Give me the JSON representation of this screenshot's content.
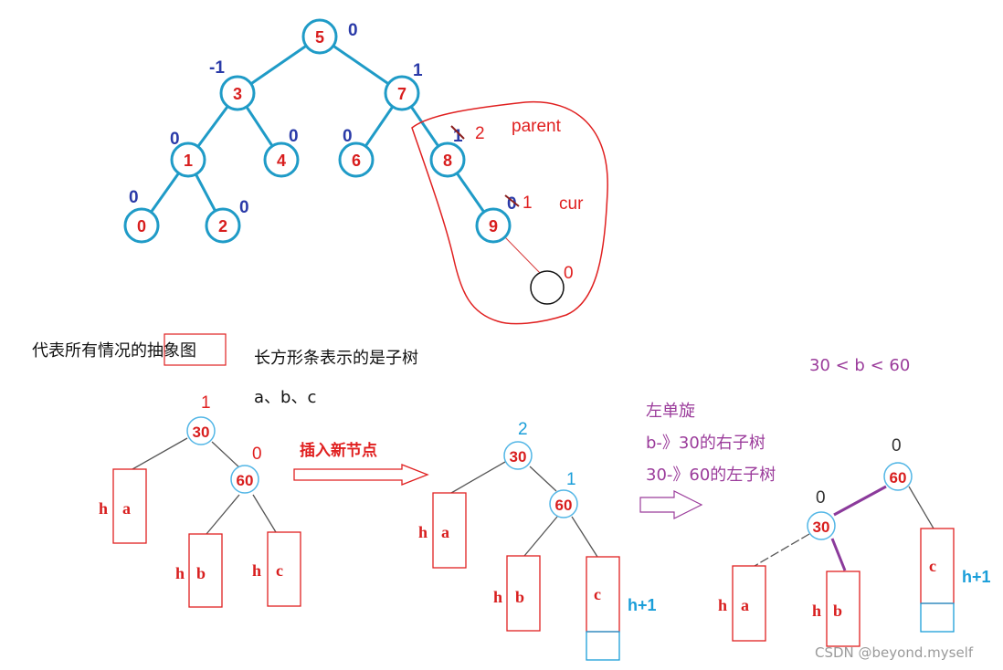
{
  "tree": {
    "nodes": [
      {
        "label": "5",
        "bf": "0"
      },
      {
        "label": "3",
        "bf": "-1"
      },
      {
        "label": "7",
        "bf": "1"
      },
      {
        "label": "1",
        "bf": "0"
      },
      {
        "label": "4",
        "bf": "0"
      },
      {
        "label": "6",
        "bf": "0"
      },
      {
        "label": "8",
        "bf": "1"
      },
      {
        "label": "0",
        "bf": "0"
      },
      {
        "label": "2",
        "bf": "0"
      },
      {
        "label": "9",
        "bf": "0"
      }
    ],
    "node8_new_bf": "2",
    "node9_new_bf": "1",
    "new_node_bf": "0",
    "parent_label": "parent",
    "cur_label": "cur"
  },
  "captions": {
    "abstract_prefix": "代表所有情况的",
    "abstract_boxed": "抽象图",
    "subtree_note": "长方形条表示的是子树",
    "subtree_names": "a、b、c",
    "range": "30 < b < 60"
  },
  "before": {
    "root": "30",
    "root_bf": "1",
    "right": "60",
    "right_bf": "0",
    "sub_a": "a",
    "sub_b": "b",
    "sub_c": "c",
    "h": "h"
  },
  "insert_label": "插入新节点",
  "after_insert": {
    "root": "30",
    "root_bf": "2",
    "right": "60",
    "right_bf": "1",
    "sub_a": "a",
    "sub_b": "b",
    "sub_c": "c",
    "h": "h",
    "h1": "h+1"
  },
  "rotation": {
    "title": "左单旋",
    "step1": "b-》30的右子树",
    "step2": "30-》60的左子树"
  },
  "after_rotate": {
    "root": "60",
    "root_bf": "0",
    "left": "30",
    "left_bf": "0",
    "sub_a": "a",
    "sub_b": "b",
    "sub_c": "c",
    "h": "h",
    "h1": "h+1"
  },
  "watermark": "CSDN @beyond.myself"
}
